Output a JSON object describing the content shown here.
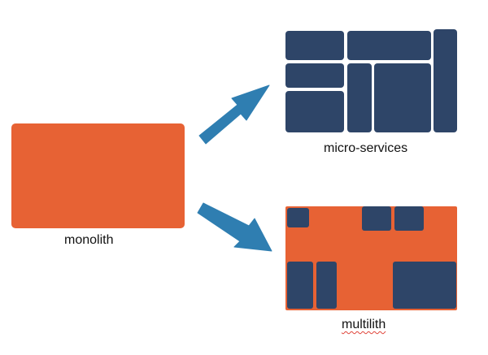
{
  "labels": {
    "monolith": "monolith",
    "micro_services": "micro-services",
    "multilith": "multilith"
  },
  "colors": {
    "monolith_fill": "#E76234",
    "block_fill": "#2E4568",
    "arrow_fill": "#2F7EB1",
    "background": "#FFFFFF",
    "spellcheck_underline": "#E0443A"
  }
}
